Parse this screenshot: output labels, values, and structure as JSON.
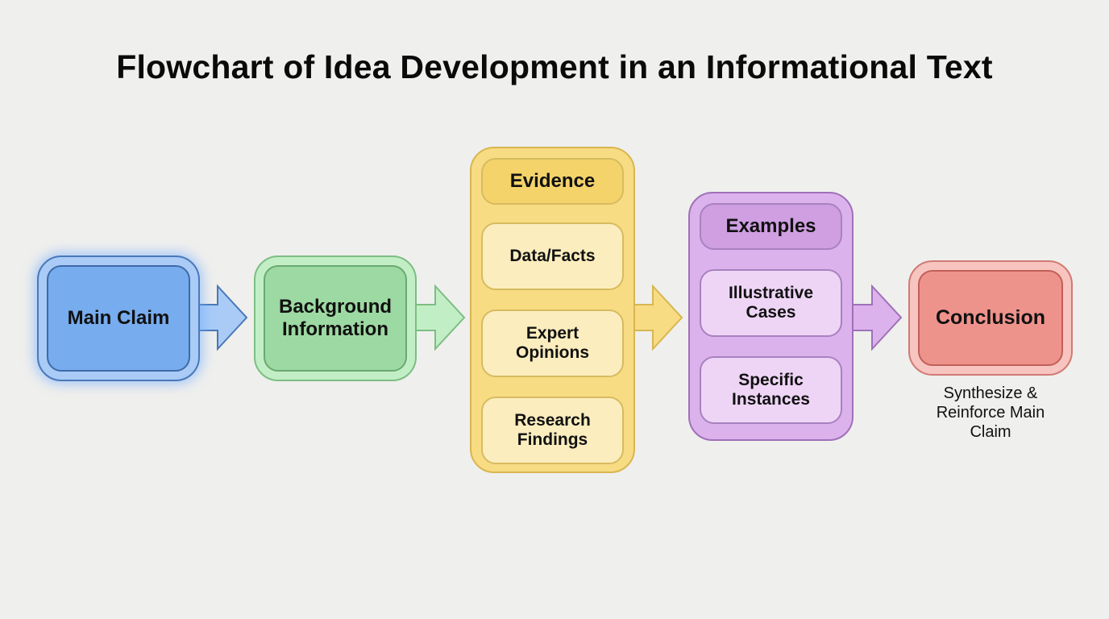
{
  "title": "Flowchart of Idea Development in an Informational Text",
  "nodes": {
    "main_claim": {
      "label": "Main Claim",
      "color": "#77acee"
    },
    "background": {
      "label": "Background Information",
      "color": "#9dd9a2"
    },
    "evidence": {
      "heading": "Evidence",
      "color": "#f4d36a",
      "items": [
        "Data/Facts",
        "Expert Opinions",
        "Research Findings"
      ]
    },
    "examples": {
      "heading": "Examples",
      "color": "#cf9fe2",
      "items": [
        "Illustrative Cases",
        "Specific Instances"
      ]
    },
    "conclusion": {
      "label": "Conclusion",
      "color": "#ee938c",
      "caption": "Synthesize & Reinforce Main Claim"
    }
  },
  "edges": [
    {
      "from": "Main Claim",
      "to": "Background Information"
    },
    {
      "from": "Background Information",
      "to": "Evidence"
    },
    {
      "from": "Evidence",
      "to": "Examples"
    },
    {
      "from": "Examples",
      "to": "Conclusion"
    }
  ]
}
